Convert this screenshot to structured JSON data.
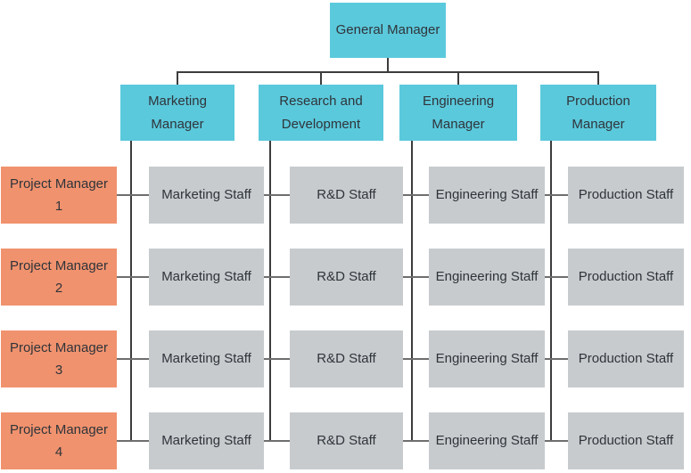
{
  "diagram": {
    "general_manager": "General Manager",
    "functional_managers": [
      "Marketing Manager",
      "Research and Development",
      "Engineering Manager",
      "Production Manager"
    ],
    "rows": [
      {
        "project_manager": "Project Manager 1",
        "cells": [
          "Marketing Staff",
          "R&D Staff",
          "Engineering Staff",
          "Production Staff"
        ]
      },
      {
        "project_manager": "Project Manager 2",
        "cells": [
          "Marketing Staff",
          "R&D Staff",
          "Engineering Staff",
          "Production Staff"
        ]
      },
      {
        "project_manager": "Project Manager 3",
        "cells": [
          "Marketing Staff",
          "R&D Staff",
          "Engineering Staff",
          "Production Staff"
        ]
      },
      {
        "project_manager": "Project Manager 4",
        "cells": [
          "Marketing Staff",
          "R&D Staff",
          "Engineering Staff",
          "Production Staff"
        ]
      }
    ],
    "colors": {
      "manager": "#5BC9DC",
      "project": "#F0926E",
      "staff": "#C7CBCE",
      "line_dark": "#3C3C3C",
      "line_light": "#6E6E6E",
      "text": "#2F343A",
      "background": "#FFFFFF"
    }
  }
}
